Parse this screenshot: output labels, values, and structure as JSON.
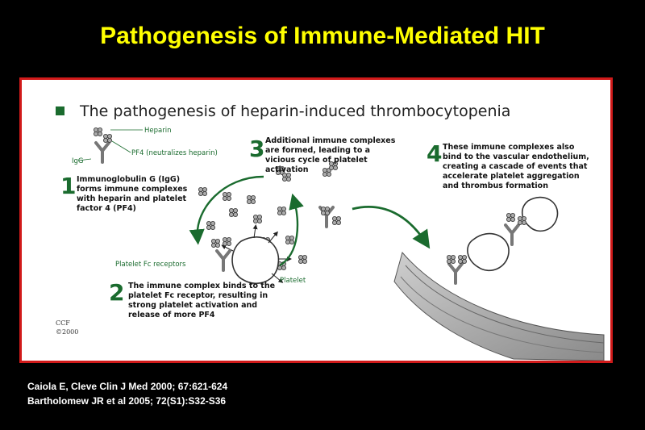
{
  "slide": {
    "title": "Pathogenesis of Immune-Mediated HIT"
  },
  "figure": {
    "heading": "The pathogenesis of heparin-induced thrombocytopenia",
    "labels": {
      "heparin": "Heparin",
      "pf4": "PF4 (neutralizes heparin)",
      "igg": "IgG",
      "fc_receptors": "Platelet Fc receptors",
      "platelet": "Platelet"
    },
    "steps": [
      {
        "number": "1",
        "text": "Immunoglobulin G (IgG) forms immune complexes with heparin and platelet factor 4 (PF4)"
      },
      {
        "number": "2",
        "text": "The immune complex binds to the platelet Fc receptor, resulting in strong platelet activation and release of more PF4"
      },
      {
        "number": "3",
        "text": "Additional immune complexes are formed, leading to a vicious cycle of platelet activation"
      },
      {
        "number": "4",
        "text": "These immune complexes also bind to the vascular endothelium, creating a cascade of events that accelerate platelet aggregation and thrombus formation"
      }
    ],
    "credit": {
      "org": "CCF",
      "year": "©2000"
    }
  },
  "citations": [
    "Caiola E, Cleve Clin J Med 2000; 67:621-624",
    "Bartholomew JR et al 2005; 72(S1):S32-S36"
  ],
  "colors": {
    "title": "#ffff00",
    "frame_border": "#d11a1a",
    "accent_green": "#1a6b2e",
    "background": "#000000"
  }
}
